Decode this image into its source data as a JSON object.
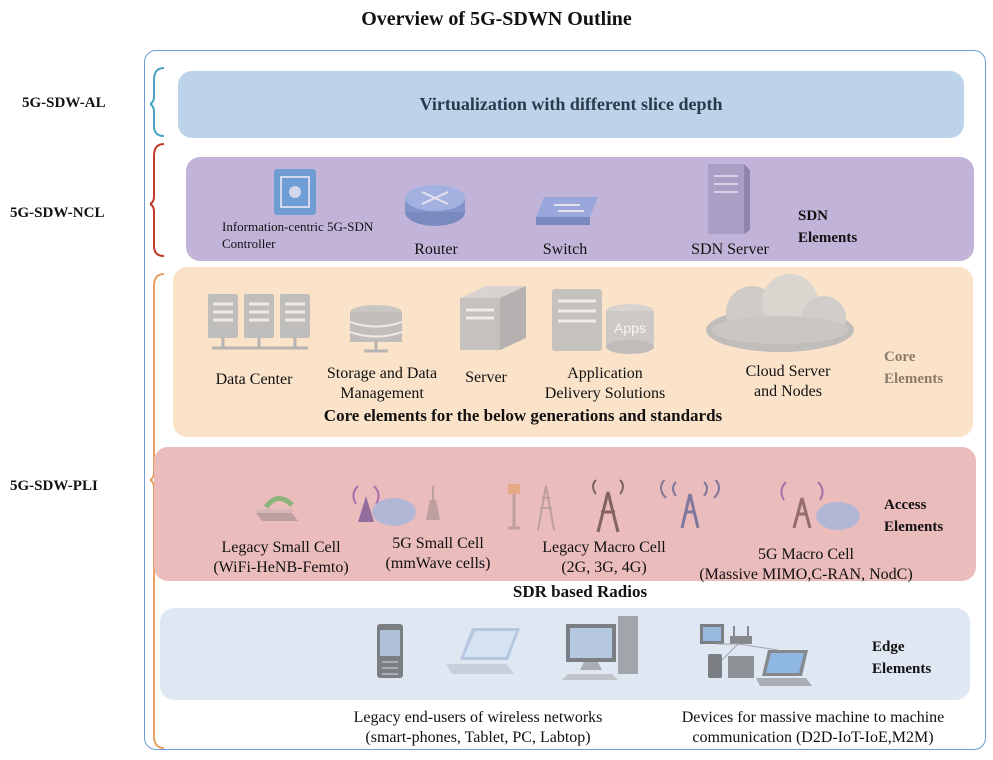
{
  "title": "Overview of 5G-SDWN Outline",
  "layers": {
    "al": "5G-SDW-AL",
    "ncl": "5G-SDW-NCL",
    "pli": "5G-SDW-PLI"
  },
  "al_band": {
    "text": "Virtualization with different slice depth"
  },
  "ncl_band": {
    "items": [
      {
        "label_line1": "Information-centric 5G-SDN",
        "label_line2": "Controller"
      },
      {
        "label": "Router"
      },
      {
        "label": "Switch"
      },
      {
        "label": "SDN Server"
      }
    ],
    "group_line1": "SDN",
    "group_line2": "Elements"
  },
  "core_band": {
    "items": [
      {
        "label": "Data Center"
      },
      {
        "label_line1": "Storage and Data",
        "label_line2": "Management"
      },
      {
        "label": "Server"
      },
      {
        "label_line1": "Application",
        "label_line2": "Delivery Solutions",
        "icon_text": "Apps"
      },
      {
        "label_line1": "Cloud Server",
        "label_line2": "and Nodes"
      }
    ],
    "caption": "Core elements for the below generations and standards",
    "group_line1": "Core",
    "group_line2": "Elements"
  },
  "access_band": {
    "items": [
      {
        "label_line1": "Legacy Small Cell",
        "label_line2": "(WiFi-HeNB-Femto)"
      },
      {
        "label_line1": "5G Small Cell",
        "label_line2": "(mmWave cells)"
      },
      {
        "label_line1": "Legacy Macro Cell",
        "label_line2": "(2G, 3G, 4G)"
      },
      {
        "label_line1": "5G Macro Cell",
        "label_line2": "(Massive MIMO,C-RAN, NodC)"
      }
    ],
    "caption": "SDR based Radios",
    "group_line1": "Access",
    "group_line2": "Elements"
  },
  "edge_band": {
    "group_line1": "Edge",
    "group_line2": "Elements",
    "captions": [
      {
        "line1": "Legacy end-users of wireless networks",
        "line2": "(smart-phones, Tablet, PC, Labtop)"
      },
      {
        "line1": "Devices for massive machine to machine",
        "line2": "communication (D2D-IoT-IoE,M2M)"
      }
    ]
  },
  "colors": {
    "al_band": "#bcd3ea",
    "ncl_band": "#c2b4d8",
    "core_band": "#fbe3ca",
    "access_band": "#ebbcbc",
    "edge_band": "#dfe7f3",
    "al_bracket": "#4aa3c4",
    "ncl_bracket": "#c0392b",
    "pli_bracket": "#e8a060",
    "core_label": "#8a7a6a"
  }
}
